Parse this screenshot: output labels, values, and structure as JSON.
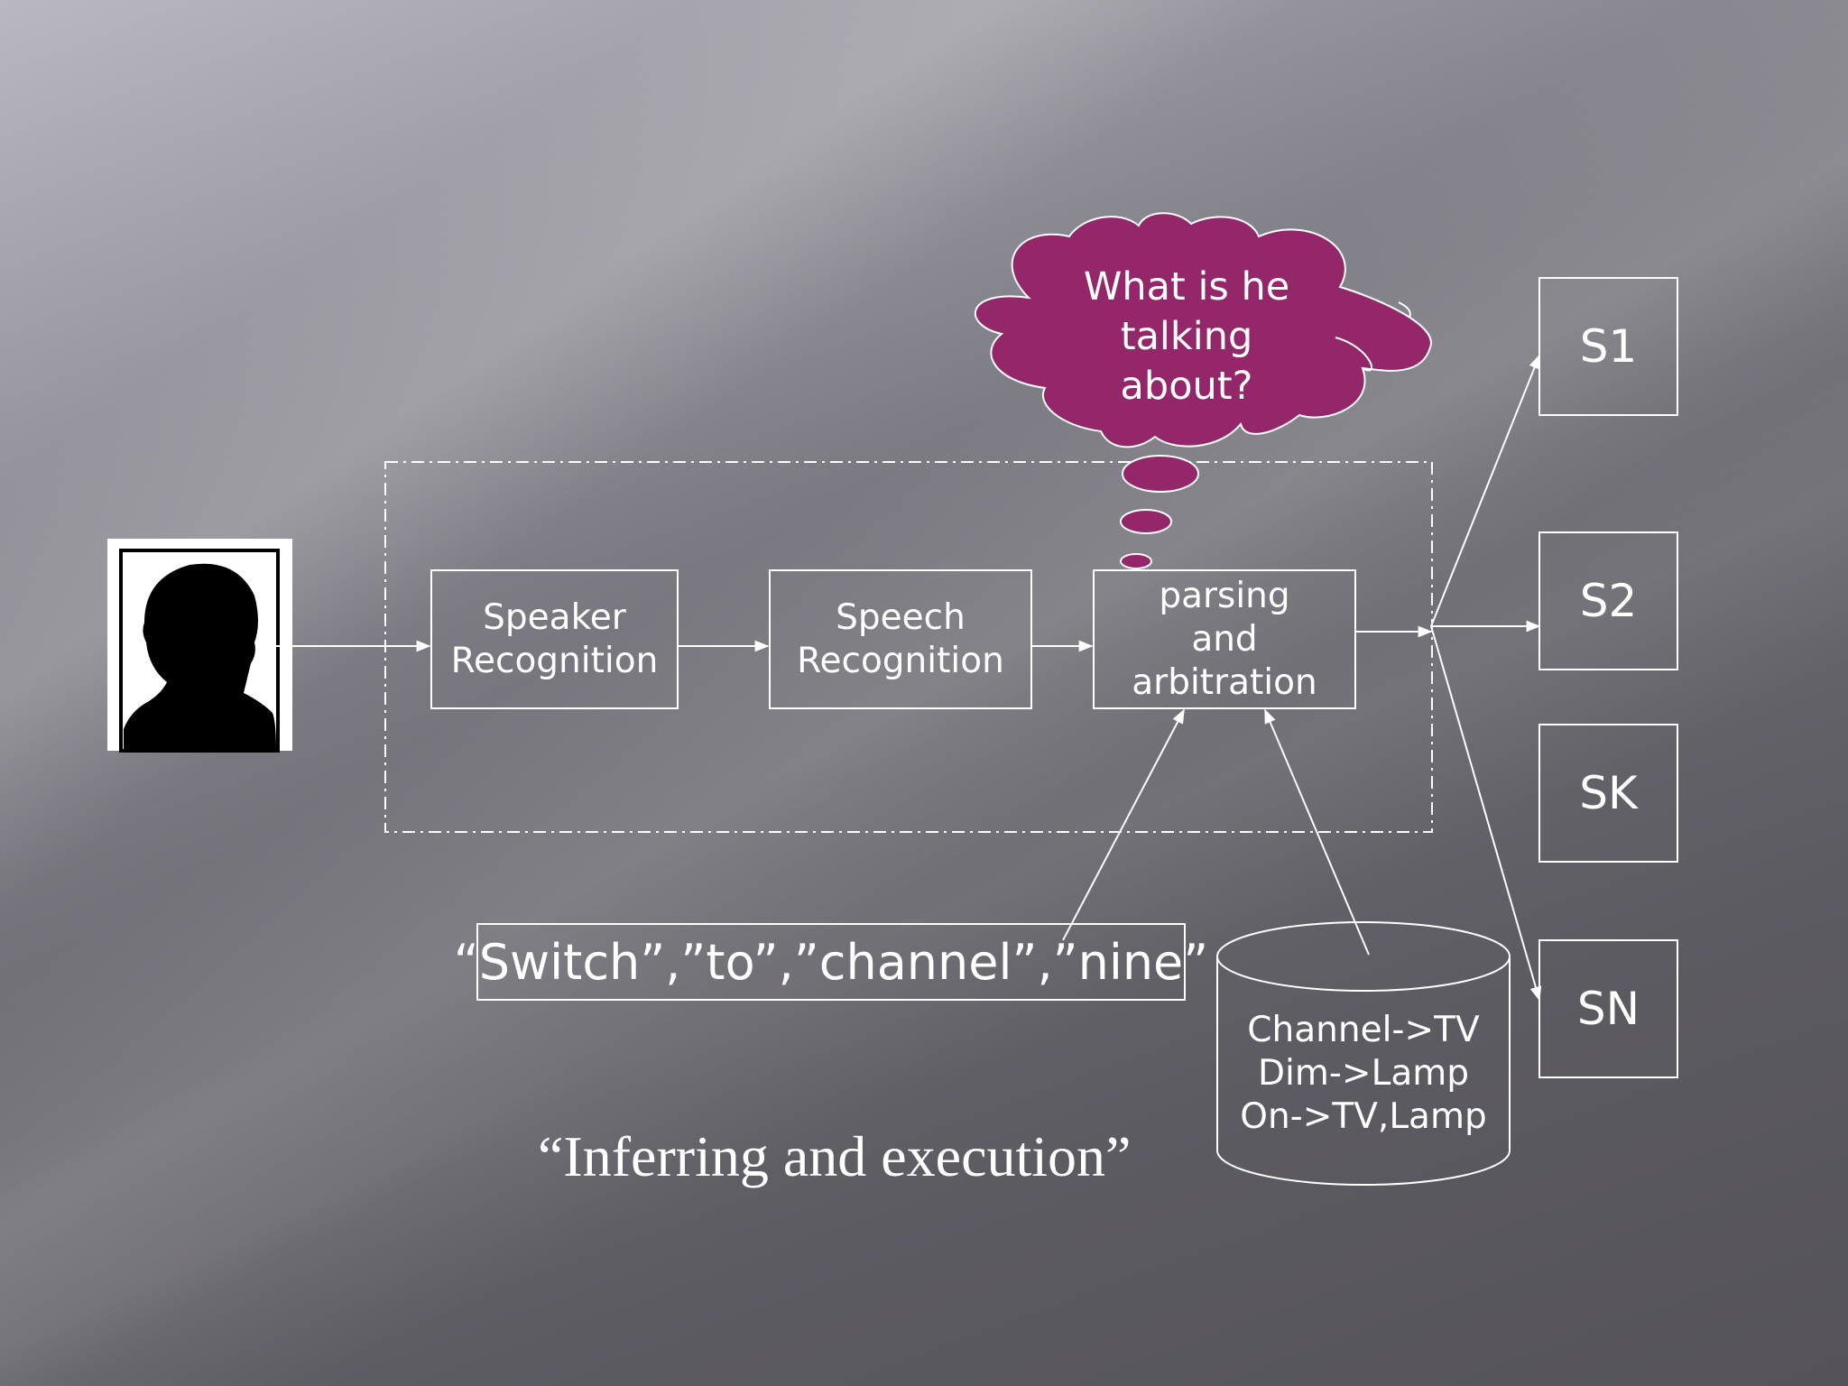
{
  "nodes": {
    "speaker_recognition": "Speaker\nRecognition",
    "speech_recognition": "Speech\nRecognition",
    "parsing": "parsing\nand\narbitration"
  },
  "thought_bubble": "What is he\ntalking\nabout?",
  "tokens": "“Switch”,”to”,”channel”,”nine”",
  "database": "Channel->TV\nDim->Lamp\nOn->TV,Lamp",
  "outputs": {
    "s1": "S1",
    "s2": "S2",
    "sk": "SK",
    "sn": "SN"
  },
  "caption": "“Inferring and execution”",
  "colors": {
    "cloud_fill": "#93276a",
    "line": "#ffffff"
  },
  "icons": {
    "person": "person-silhouette-icon"
  }
}
